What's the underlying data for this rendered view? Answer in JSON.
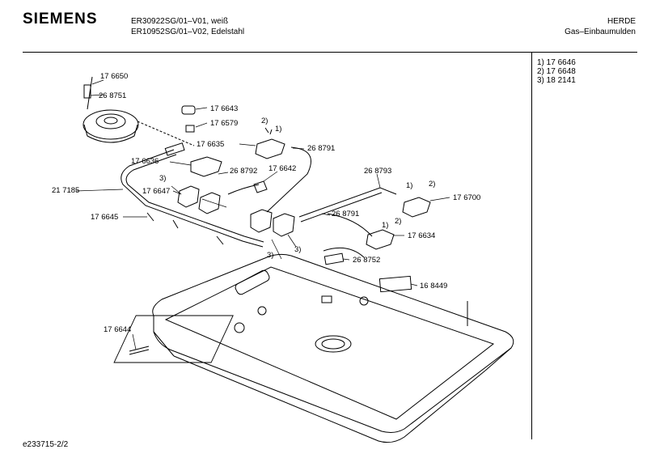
{
  "header": {
    "brand": "SIEMENS",
    "model_line_1": "ER30922SG/01–V01, weiß",
    "model_line_2": "ER10952SG/01–V02, Edelstahl",
    "category_1": "HERDE",
    "category_2": "Gas–Einbaumulden"
  },
  "notes": [
    "1) 17 6646",
    "2) 17 6648",
    "3) 18 2141"
  ],
  "footer": "e233715-2/2",
  "parts": {
    "p176650": "17 6650",
    "p268751": "26 8751",
    "p176643": "17 6643",
    "p176579": "17 6579",
    "p176635": "17 6635",
    "p268791a": "26 8791",
    "p176636": "17 6636",
    "p268792": "26 8792",
    "p176642": "17 6642",
    "p217185": "21 7185",
    "p176647": "17 6647",
    "p176645": "17 6645",
    "p268793": "26 8793",
    "p176700": "17 6700",
    "p268791b": "26 8791",
    "p176634": "17 6634",
    "p268752": "26 8752",
    "p168449": "16 8449",
    "p176644": "17 6644",
    "n1a": "1)",
    "n2a": "2)",
    "n3a": "3)",
    "n3b": "3)",
    "n3c": "3)",
    "n1b": "1)",
    "n2b": "2)",
    "n1c": "1)",
    "n2c": "2)"
  }
}
